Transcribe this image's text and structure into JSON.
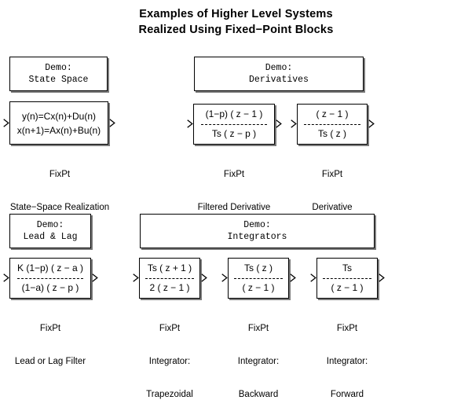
{
  "title": {
    "line1": "Examples of Higher Level Systems",
    "line2": "Realized Using Fixed−Point Blocks"
  },
  "demos": [
    {
      "name": "state-space",
      "header_line1": "Demo:",
      "header_line2": "State Space",
      "blocks": [
        {
          "name": "fixpt-state-space-realization",
          "kind": "equations",
          "line1": "y(n)=Cx(n)+Du(n)",
          "line2": "x(n+1)=Ax(n)+Bu(n)",
          "label_line1": "FixPt",
          "label_line2": "State−Space Realization"
        }
      ]
    },
    {
      "name": "derivatives",
      "header_line1": "Demo:",
      "header_line2": "Derivatives",
      "blocks": [
        {
          "name": "fixpt-filtered-derivative",
          "kind": "fraction",
          "numerator": "(1−p) ( z − 1 )",
          "denominator": "Ts ( z − p )",
          "label_line1": "FixPt",
          "label_line2": "Filtered Derivative"
        },
        {
          "name": "fixpt-derivative",
          "kind": "fraction",
          "numerator": "( z − 1 )",
          "denominator": "Ts ( z )",
          "label_line1": "FixPt",
          "label_line2": "Derivative"
        }
      ]
    },
    {
      "name": "lead-and-lag",
      "header_line1": "Demo:",
      "header_line2": "Lead & Lag",
      "blocks": [
        {
          "name": "fixpt-lead-or-lag-filter",
          "kind": "fraction",
          "numerator": "K (1−p) ( z − a )",
          "denominator": "(1−a) ( z − p )",
          "label_line1": "FixPt",
          "label_line2": "Lead or Lag Filter"
        }
      ]
    },
    {
      "name": "integrators",
      "header_line1": "Demo:",
      "header_line2": "Integrators",
      "blocks": [
        {
          "name": "fixpt-integrator-trapezoidal",
          "kind": "fraction",
          "numerator": "Ts ( z + 1 )",
          "denominator": "2 ( z − 1 )",
          "label_line1": "FixPt",
          "label_line2": "Integrator:",
          "label_line3": "Trapezoidal"
        },
        {
          "name": "fixpt-integrator-backward",
          "kind": "fraction",
          "numerator": "Ts ( z )",
          "denominator": "( z − 1 )",
          "label_line1": "FixPt",
          "label_line2": "Integrator:",
          "label_line3": "Backward"
        },
        {
          "name": "fixpt-integrator-forward",
          "kind": "fraction",
          "numerator": "Ts",
          "denominator": "( z − 1 )",
          "label_line1": "FixPt",
          "label_line2": "Integrator:",
          "label_line3": "Forward"
        }
      ]
    }
  ],
  "colors": {
    "background": "#ffffff",
    "line": "#000000",
    "shadow": "#7a7a7a"
  }
}
